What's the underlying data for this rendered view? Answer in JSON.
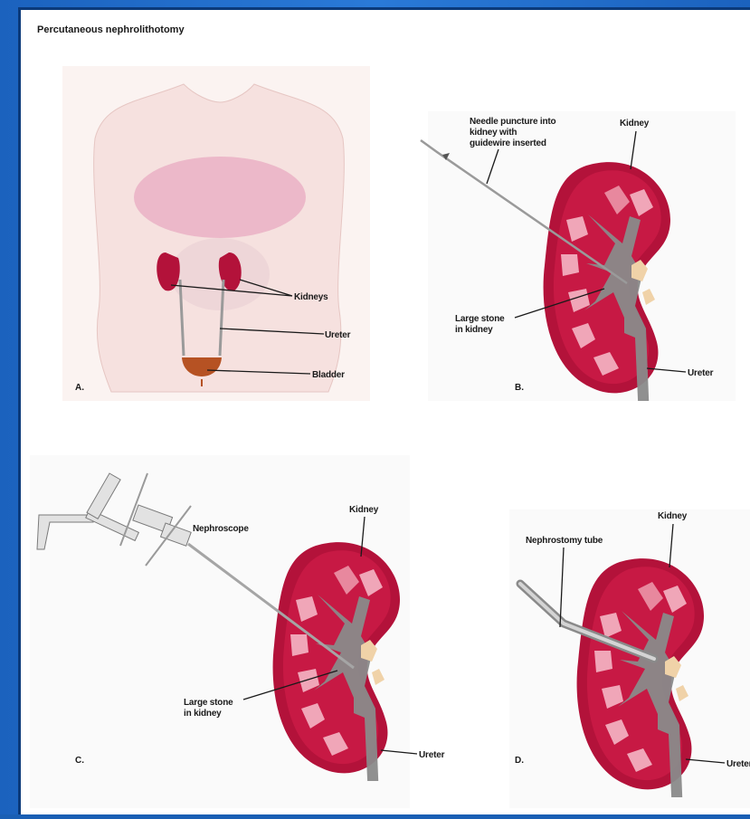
{
  "title": "Percutaneous nephrolithotomy",
  "panels": {
    "a": {
      "letter": "A.",
      "labels": {
        "kidneys": "Kidneys",
        "ureter": "Ureter",
        "bladder": "Bladder"
      }
    },
    "b": {
      "letter": "B.",
      "labels": {
        "needle_line1": "Needle puncture into",
        "needle_line2": "kidney with",
        "needle_line3": "guidewire inserted",
        "kidney": "Kidney",
        "stone_line1": "Large stone",
        "stone_line2": "in kidney",
        "ureter": "Ureter"
      }
    },
    "c": {
      "letter": "C.",
      "labels": {
        "nephroscope": "Nephroscope",
        "kidney": "Kidney",
        "stone_line1": "Large stone",
        "stone_line2": "in kidney",
        "ureter": "Ureter"
      }
    },
    "d": {
      "letter": "D.",
      "labels": {
        "nephrostomy_tube": "Nephrostomy tube",
        "kidney": "Kidney",
        "ureter": "Ureter"
      }
    }
  },
  "colors": {
    "frame": "#1b62be",
    "kidney_cortex": "#b3123a",
    "kidney_pyramid": "#f0a6b8",
    "collecting_system": "#8a8a8a",
    "torso_skin": "#f6e1df",
    "torso_organs": "#e8a6bf",
    "stone": "#f0d2a8"
  },
  "icons": {
    "torso": "torso-illustration",
    "kidney": "kidney-cross-section-illustration",
    "needle": "needle-guidewire-illustration",
    "nephroscope": "nephroscope-illustration",
    "tube": "nephrostomy-tube-illustration"
  }
}
